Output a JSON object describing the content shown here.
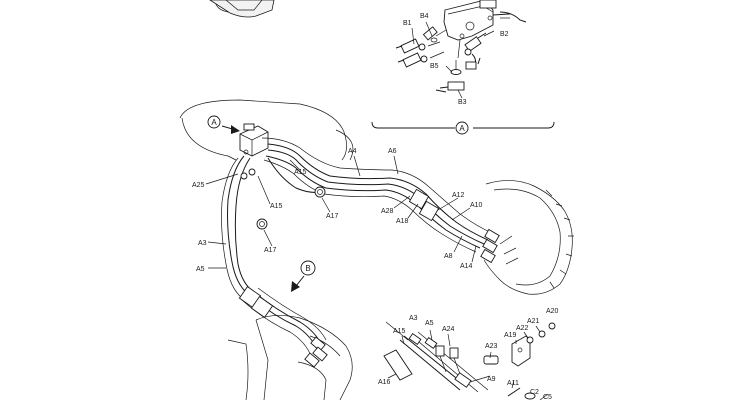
{
  "view_labels": {
    "a_detail": "A",
    "a_main": "A",
    "b_main": "B"
  },
  "labels": {
    "b1": "B1",
    "b4": "B4",
    "b2": "B2",
    "b5": "B5",
    "b3": "B3",
    "a4": "A4",
    "a6": "A6",
    "a25": "A25",
    "a15_1": "A15",
    "a15_2": "A15",
    "a17_1": "A17",
    "a17_2": "A17",
    "a12": "A12",
    "a10": "A10",
    "a28": "A28",
    "a18": "A18",
    "a8": "A8",
    "a14": "A14",
    "a3": "A3",
    "a5": "A5",
    "d_a3": "A3",
    "d_a5": "A5",
    "d_a24": "A24",
    "d_a15": "A15",
    "d_a19": "A19",
    "d_a21": "A21",
    "d_a20": "A20",
    "d_a22": "A22",
    "d_a23": "A23",
    "d_a16": "A16",
    "d_a9": "A9",
    "d_a11": "A11",
    "d_c2": "C2",
    "d_c5": "C5"
  }
}
